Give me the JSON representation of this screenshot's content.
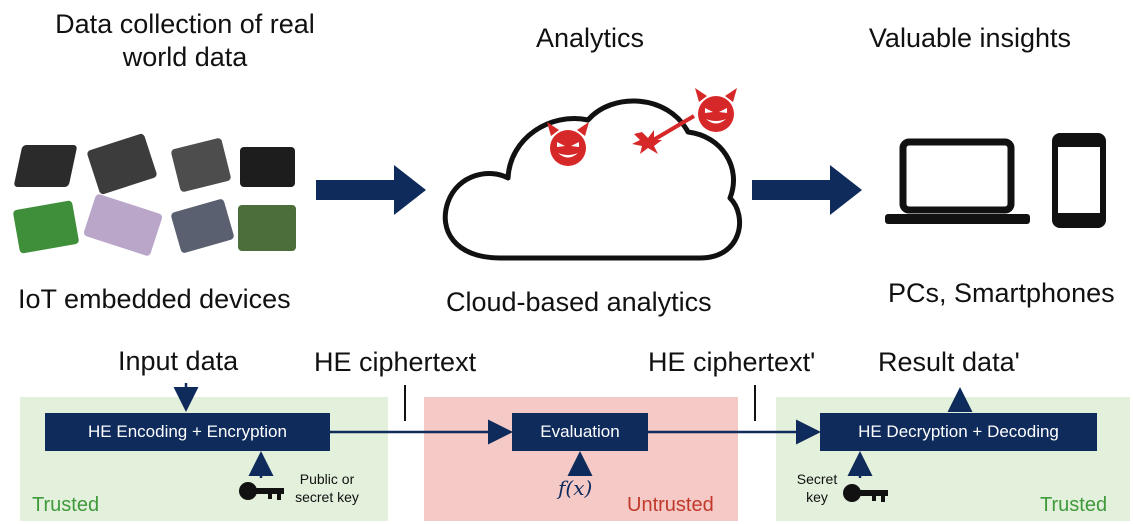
{
  "top": {
    "collection_title": "Data collection of real world data",
    "analytics_title": "Analytics",
    "insights_title": "Valuable insights",
    "iot_label": "IoT embedded devices",
    "cloud_label": "Cloud-based analytics",
    "pcs_label": "PCs, Smartphones"
  },
  "flow": {
    "input_label": "Input data",
    "ciphertext_label": "HE ciphertext",
    "ciphertext2_label": "HE ciphertext'",
    "result_label": "Result data'",
    "encode_box": "HE Encoding + Encryption",
    "eval_box": "Evaluation",
    "decode_box": "HE Decryption + Decoding",
    "function": "f(x)",
    "public_key": "Public or secret key",
    "secret_key": "Secret key",
    "trusted_left": "Trusted",
    "untrusted": "Untrusted",
    "trusted_right": "Trusted"
  },
  "colors": {
    "navy": "#0e2b5c",
    "trusted_bg": "#e2f0dc",
    "untrusted_bg": "#f5c9c6",
    "trusted_text": "#3f9a3a",
    "untrusted_text": "#c0392b",
    "devil": "#d62828"
  },
  "icons": [
    "devil-icon",
    "attack-burst-icon",
    "cloud-icon",
    "laptop-icon",
    "smartphone-icon",
    "key-icon",
    "arrow-right-icon"
  ]
}
